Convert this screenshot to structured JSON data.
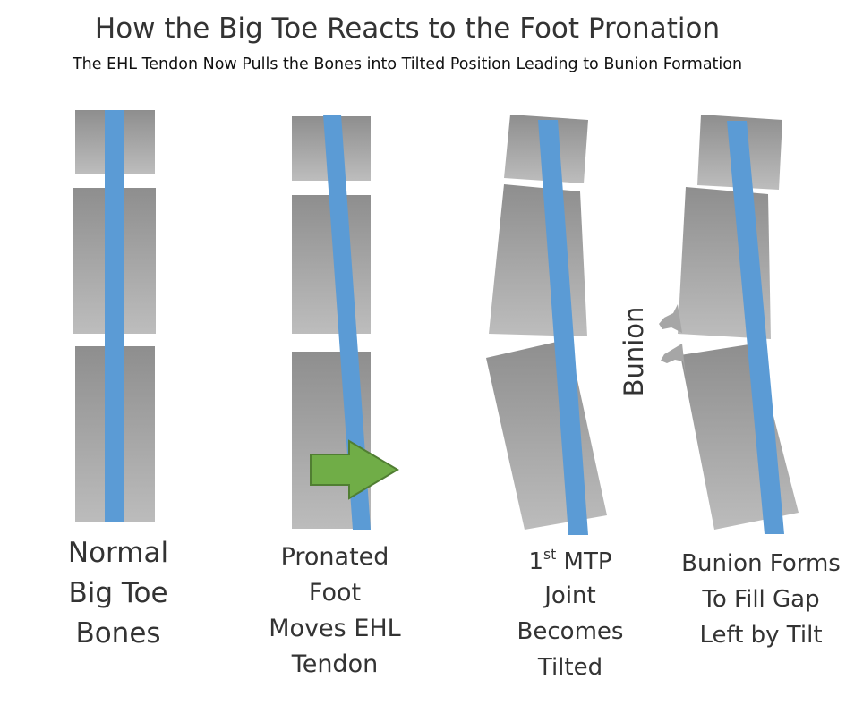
{
  "title": "How the Big Toe Reacts to the Foot Pronation",
  "subtitle": "The EHL Tendon Now Pulls the Bones into Tilted Position Leading to Bunion Formation",
  "colors": {
    "bone_dark": "#8e8e8e",
    "bone_light": "#bdbdbd",
    "tendon": "#5b9bd5",
    "arrow_fill": "#70ad47",
    "arrow_stroke": "#507e32",
    "bunion": "#a6a6a6"
  },
  "panels": [
    {
      "id": "normal",
      "caption_lines": [
        "Normal",
        "Big Toe",
        "Bones"
      ]
    },
    {
      "id": "pronated",
      "caption_lines": [
        "Pronated",
        "Foot",
        "Moves EHL",
        "Tendon"
      ]
    },
    {
      "id": "tilted",
      "caption_prefix": "1",
      "caption_super": "st",
      "caption_rest": " MTP",
      "caption_lines": [
        "Joint",
        "Becomes",
        "Tilted"
      ]
    },
    {
      "id": "bunion",
      "caption_lines": [
        "Bunion Forms",
        "To Fill Gap",
        "Left by Tilt"
      ]
    }
  ],
  "bunion_label": "Bunion",
  "icons": {
    "arrow": "right-arrow-icon"
  }
}
